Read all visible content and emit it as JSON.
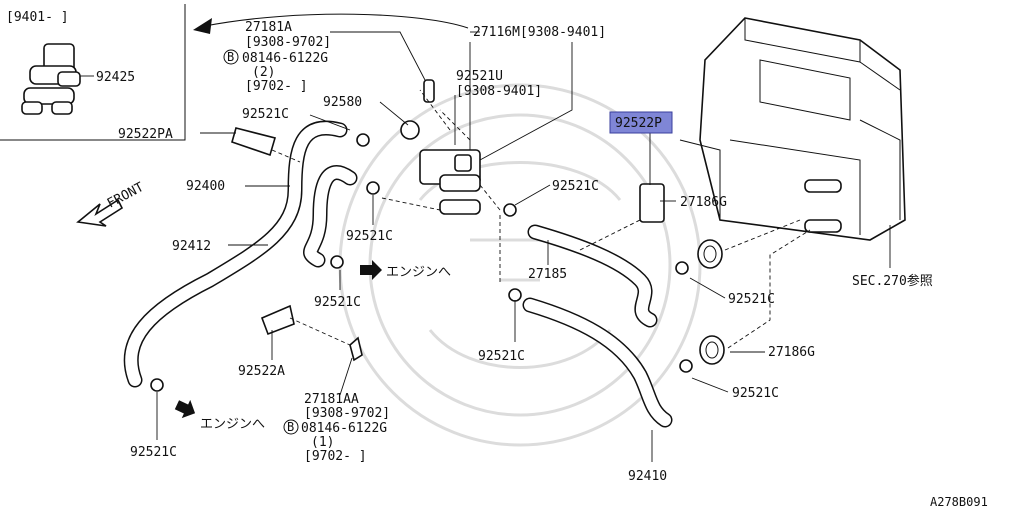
{
  "labels": {
    "inset_range": "[9401-     ]",
    "inset_part": "92425",
    "p27181A": "27181A",
    "p27181A_range1": "[9308-9702]",
    "p27181A_bolt1": "08146-6122G",
    "p27181A_qty1": "(2)",
    "p27181A_range2": "[9702-     ]",
    "p27116M": "27116M[9308-9401]",
    "p92521U": "92521U",
    "p92521U_range": "[9308-9401]",
    "p92580": "92580",
    "p92521C_1": "92521C",
    "p92522PA": "92522PA",
    "p92522P": "92522P",
    "p92521C_2": "92521C",
    "p92400": "92400",
    "front": "FRONT",
    "p27186G_1": "27186G",
    "p92521C_3": "92521C",
    "p92412": "92412",
    "engine_1": "エンジンへ",
    "p27185": "27185",
    "p92521C_4": "92521C",
    "sec270": "SEC.270参照",
    "p92521C_5": "92521C",
    "p92522A": "92522A",
    "p27186G_2": "27186G",
    "p27181AA": "27181AA",
    "p27181AA_range1": "[9308-9702]",
    "p27181AA_bolt": "08146-6122G",
    "p27181AA_qty": "(1)",
    "p27181AA_range2": "[9702-     ]",
    "engine_2": "エンジンへ",
    "p92521C_6": "92521C",
    "p92521C_7": "92521C",
    "p92410": "92410",
    "bolt_mark": "B",
    "ref_code": "A278B091"
  },
  "colors": {
    "highlight": "#7f86d6",
    "line": "#111111",
    "watermark": "#dcdcdc"
  }
}
